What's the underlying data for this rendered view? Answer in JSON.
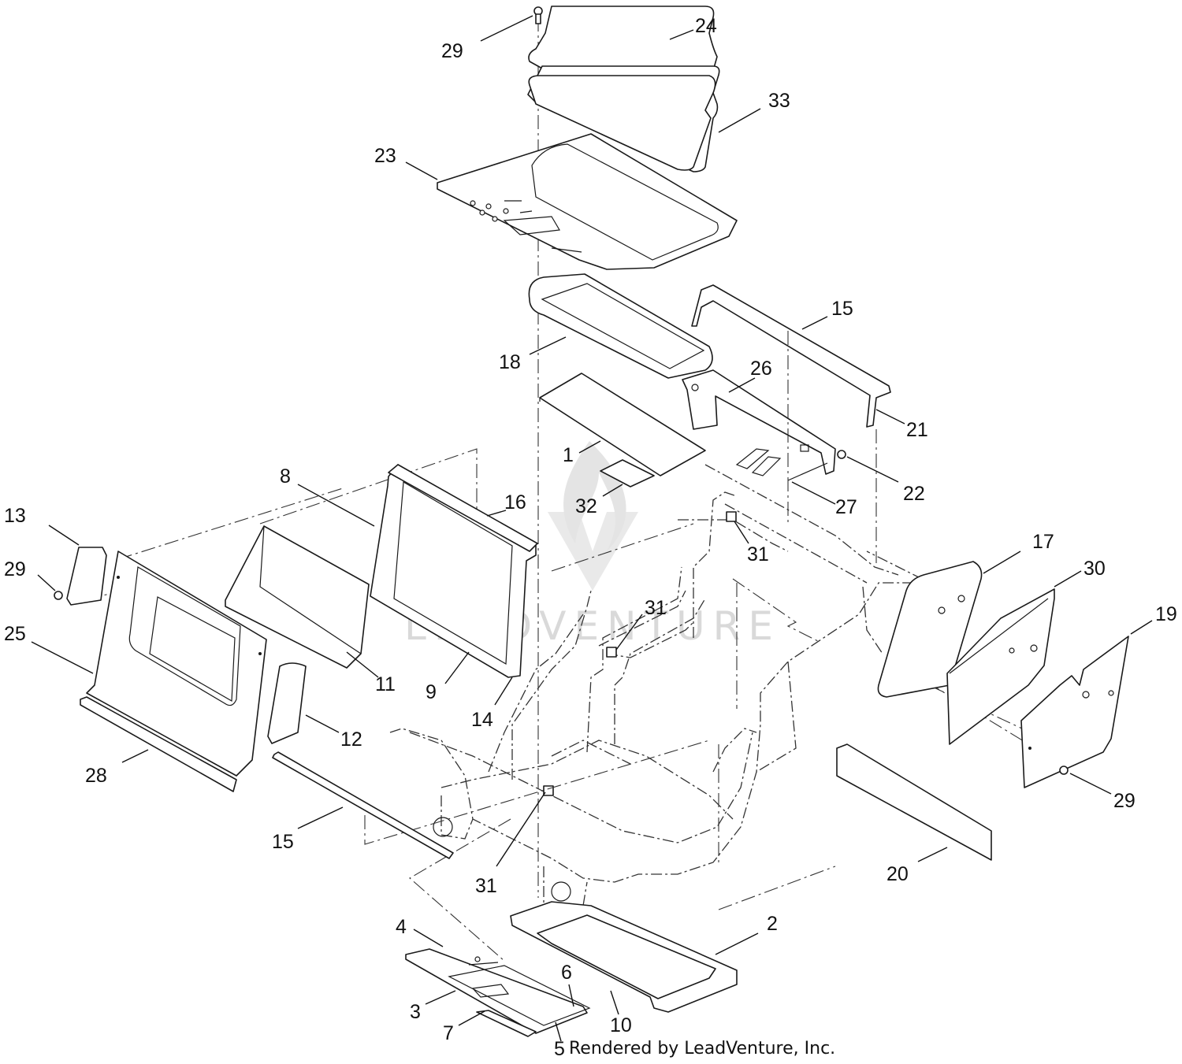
{
  "watermark": {
    "text": "LEADVENTURE",
    "logo_icon": "leadventure-flame-logo-icon",
    "color": "#d9d9d9"
  },
  "footer": {
    "credit": "Rendered by LeadVenture, Inc."
  },
  "diagram": {
    "line_color": "#1a1a1a",
    "callouts": [
      {
        "id": "c29a",
        "label": "29"
      },
      {
        "id": "c24",
        "label": "24"
      },
      {
        "id": "c33",
        "label": "33"
      },
      {
        "id": "c23",
        "label": "23"
      },
      {
        "id": "c15a",
        "label": "15"
      },
      {
        "id": "c18",
        "label": "18"
      },
      {
        "id": "c26",
        "label": "26"
      },
      {
        "id": "c21",
        "label": "21"
      },
      {
        "id": "c1",
        "label": "1"
      },
      {
        "id": "c22",
        "label": "22"
      },
      {
        "id": "c8",
        "label": "8"
      },
      {
        "id": "c16",
        "label": "16"
      },
      {
        "id": "c32",
        "label": "32"
      },
      {
        "id": "c27",
        "label": "27"
      },
      {
        "id": "c13",
        "label": "13"
      },
      {
        "id": "c31a",
        "label": "31"
      },
      {
        "id": "c17",
        "label": "17"
      },
      {
        "id": "c30",
        "label": "30"
      },
      {
        "id": "c29b",
        "label": "29"
      },
      {
        "id": "c31b",
        "label": "31"
      },
      {
        "id": "c19",
        "label": "19"
      },
      {
        "id": "c25",
        "label": "25"
      },
      {
        "id": "c11",
        "label": "11"
      },
      {
        "id": "c9",
        "label": "9"
      },
      {
        "id": "c14",
        "label": "14"
      },
      {
        "id": "c12",
        "label": "12"
      },
      {
        "id": "c28",
        "label": "28"
      },
      {
        "id": "c29c",
        "label": "29"
      },
      {
        "id": "c15b",
        "label": "15"
      },
      {
        "id": "c31c",
        "label": "31"
      },
      {
        "id": "c20",
        "label": "20"
      },
      {
        "id": "c2",
        "label": "2"
      },
      {
        "id": "c4",
        "label": "4"
      },
      {
        "id": "c6",
        "label": "6"
      },
      {
        "id": "c3",
        "label": "3"
      },
      {
        "id": "c10",
        "label": "10"
      },
      {
        "id": "c7",
        "label": "7"
      },
      {
        "id": "c5",
        "label": "5"
      }
    ]
  }
}
